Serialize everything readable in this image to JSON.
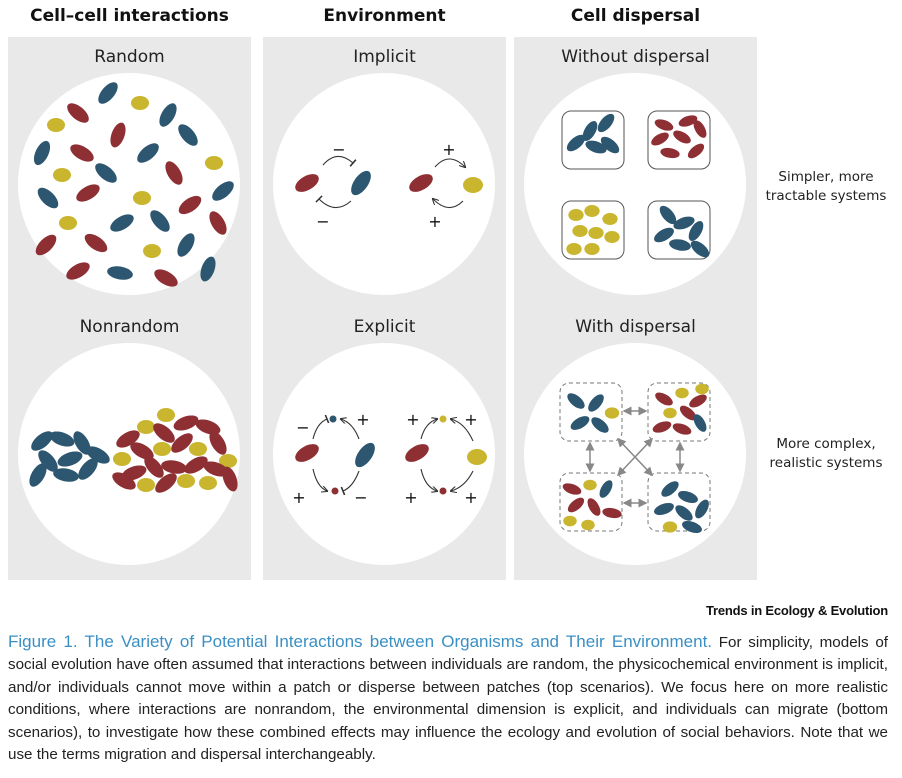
{
  "columns": [
    {
      "header": "Cell–cell interactions",
      "top_title": "Random",
      "bottom_title": "Nonrandom"
    },
    {
      "header": "Environment",
      "top_title": "Implicit",
      "bottom_title": "Explicit"
    },
    {
      "header": "Cell dispersal",
      "top_title": "Without dispersal",
      "bottom_title": "With dispersal"
    }
  ],
  "side_labels": {
    "top": "Simpler, more tractable systems",
    "bottom": "More complex, realistic systems"
  },
  "signs": {
    "plus": "+",
    "minus": "−"
  },
  "colors": {
    "teal": "#2d5670",
    "red": "#8e2f34",
    "yellow": "#c9b52e",
    "panel_bg": "#e9e9e9",
    "caption_title": "#3a8fc4"
  },
  "journal": "Trends in Ecology & Evolution",
  "caption": {
    "title": "Figure 1. The Variety of Potential Interactions between Organisms and Their Environment.",
    "body": " For simplicity, models of social evolution have often assumed that interactions between individuals are random, the physicochemical environment is implicit, and/or individuals cannot move within a patch or disperse between patches (top scenarios). We focus here on more realistic conditions, where interactions are nonrandom, the environmental dimension is explicit, and individuals can migrate (bottom scenarios), to investigate how these combined effects may influence the ecology and evolution of social behaviors. Note that we use the terms migration and dispersal interchangeably."
  }
}
